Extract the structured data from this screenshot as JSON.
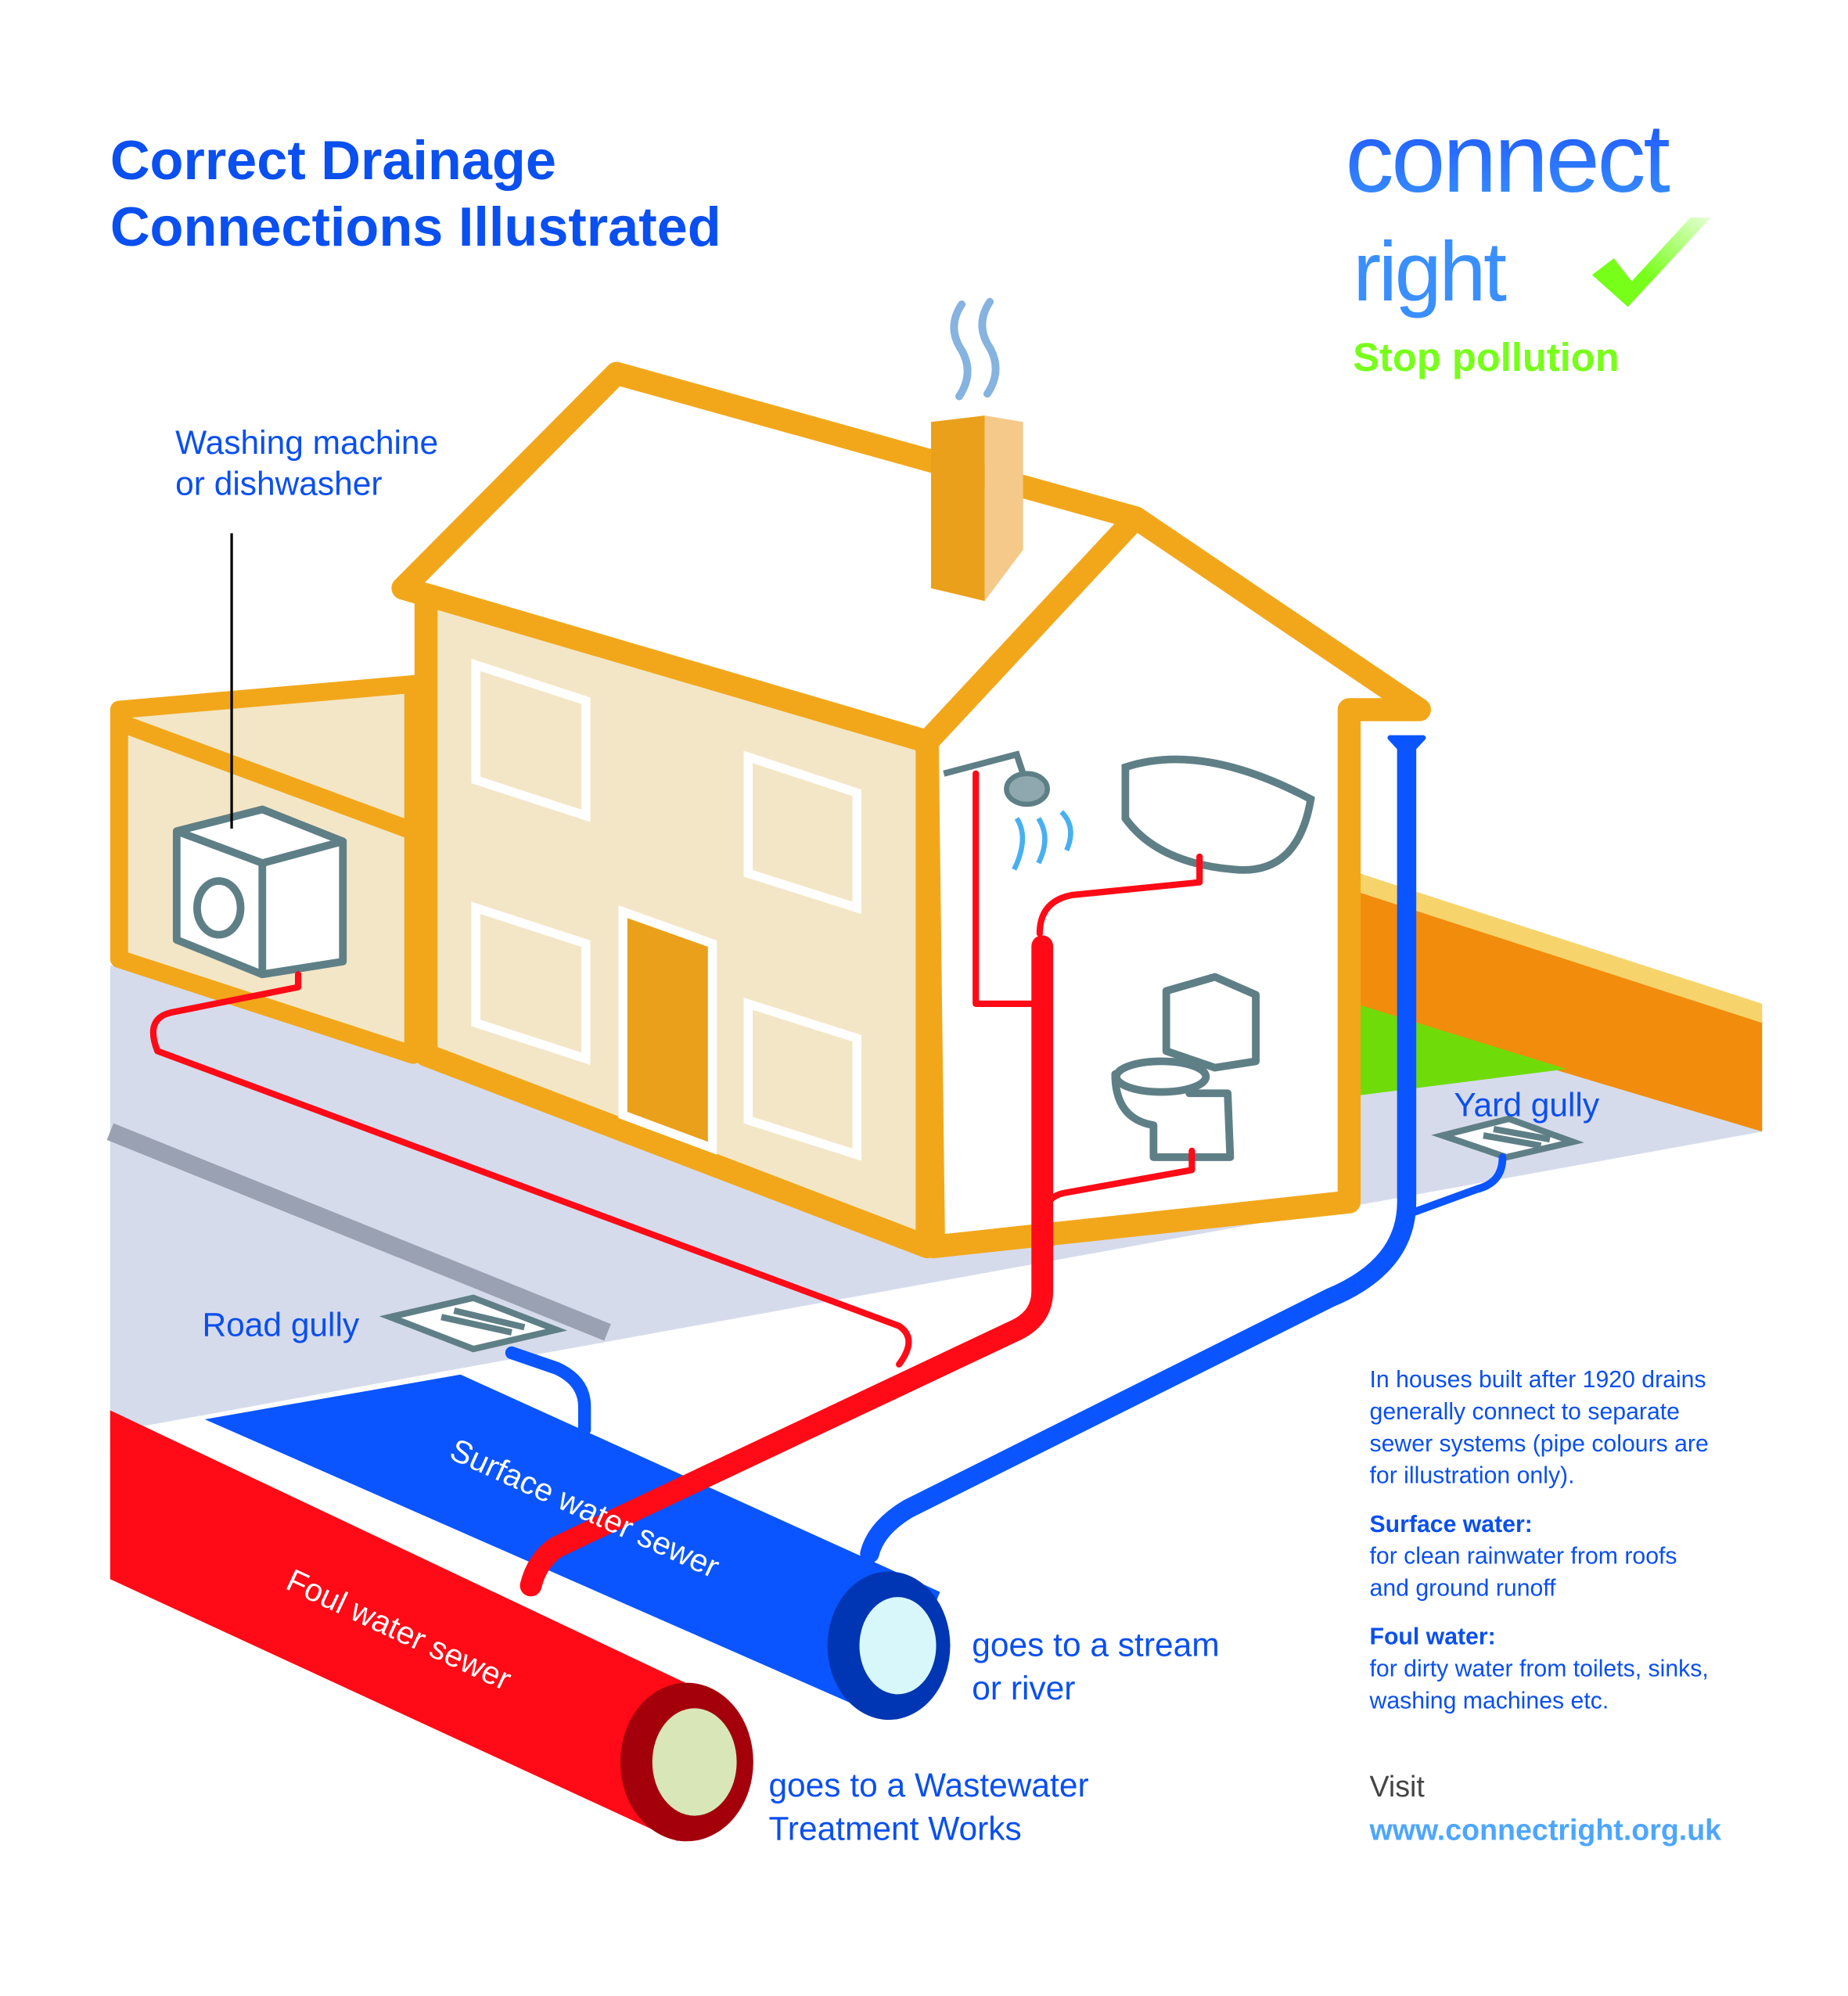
{
  "title": {
    "line1": "Correct Drainage",
    "line2": "Connections Illustrated"
  },
  "logo": {
    "line1": "connect",
    "line2": "right",
    "tagline": "Stop pollution"
  },
  "labels": {
    "washing_machine_1": "Washing machine",
    "washing_machine_2": "or dishwasher",
    "road_gully": "Road gully",
    "yard_gully": "Yard gully",
    "surface_sewer": "Surface water sewer",
    "foul_sewer": "Foul water sewer",
    "stream_1": "goes to a stream",
    "stream_2": "or river",
    "wastewater_1": "goes to a Wastewater",
    "wastewater_2": "Treatment Works"
  },
  "info": {
    "intro": [
      "In houses built after 1920 drains",
      "generally connect to separate",
      "sewer systems (pipe colours are",
      "for illustration only)."
    ],
    "surface_heading": "Surface water:",
    "surface_text": [
      "for clean rainwater from roofs",
      "and ground runoff"
    ],
    "foul_heading": "Foul water:",
    "foul_text": [
      "for dirty water from toilets, sinks,",
      "washing machines etc."
    ],
    "visit": "Visit",
    "url": "www.connectright.org.uk"
  },
  "colors": {
    "surface": "#0a55ff",
    "foul": "#ff0a16",
    "house": "#f2a71b",
    "text": "#0a4ff0",
    "logo_green": "#77ff1a",
    "url": "#4da6ff"
  }
}
